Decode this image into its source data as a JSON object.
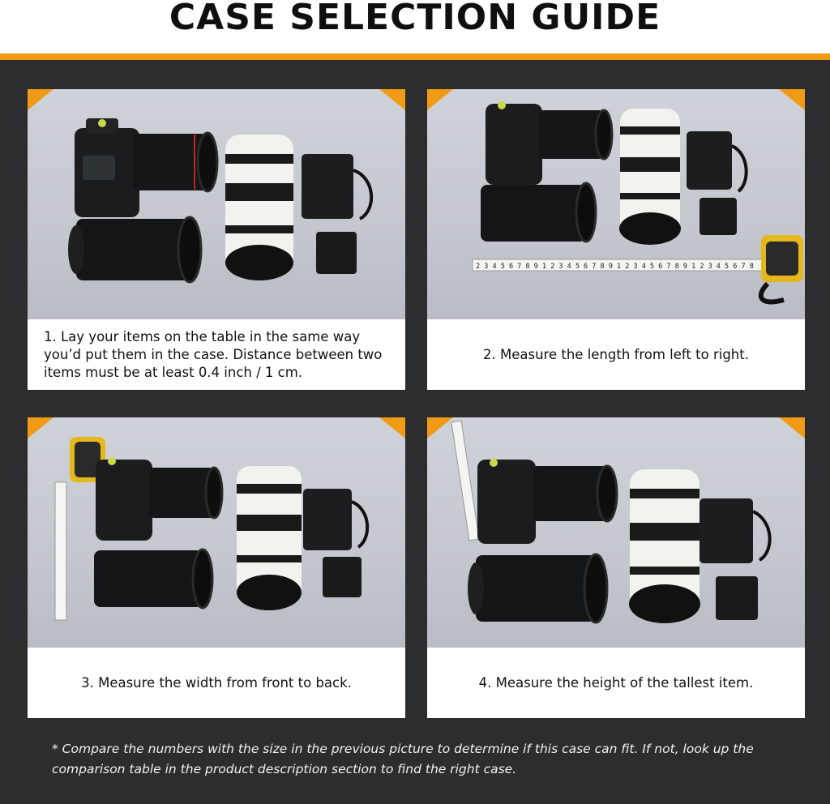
{
  "header": {
    "title": "CASE SELECTION GUIDE"
  },
  "colors": {
    "accent": "#f19a13",
    "board": "#2c2d2f",
    "card": "#ffffff",
    "title_text": "#0f0f0f"
  },
  "steps": [
    {
      "caption": "1. Lay your items on the table in the same way you’d put them in the case. Distance between two items must be at least 0.4 inch / 1 cm.",
      "photo_icon": "camera-gear-layout-photo"
    },
    {
      "caption": "2. Measure the length from left to right.",
      "photo_icon": "camera-gear-length-measure-photo"
    },
    {
      "caption": "3. Measure the width from front to back.",
      "photo_icon": "camera-gear-width-measure-photo"
    },
    {
      "caption": "4. Measure the height of the tallest item.",
      "photo_icon": "camera-gear-height-measure-photo"
    }
  ],
  "tape_digits": "2 3 4 5 6 7 8 9 1 2 3 4 5 6 7 8 9 1 2 3 4 5 6 7 8 9 1 2 3 4 5 6 7 8",
  "footnote": "* Compare the numbers with the size in the previous picture to determine if this case can fit. If not, look up the comparison table in the product description section to find the right case."
}
